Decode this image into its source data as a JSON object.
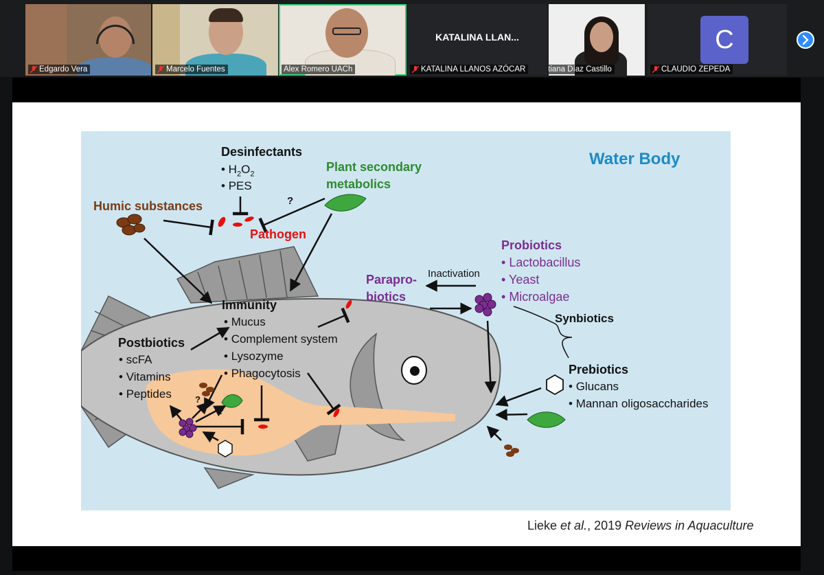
{
  "participants": [
    {
      "name": "Edgardo Vera",
      "muted": true
    },
    {
      "name": "Marcelo Fuentes",
      "muted": true
    },
    {
      "name": "Alex Romero UACh",
      "muted": false,
      "active": true
    },
    {
      "name": "KATALINA LLANOS AZÓCAR",
      "muted": true,
      "display_text": "KATALINA LLAN..."
    },
    {
      "name": "Tatiana Díaz Castillo",
      "muted": false
    },
    {
      "name": "CLAUDIO ZEPEDA",
      "muted": true,
      "avatar_letter": "C"
    }
  ],
  "next_page_icon": "chevron-right-icon",
  "slide": {
    "figure": {
      "water_body": "Water Body",
      "desinfectants": {
        "title": "Desinfectants",
        "items": [
          "H2O2",
          "PES"
        ]
      },
      "plant_secondary": {
        "line1": "Plant secondary",
        "line2": "metabolics"
      },
      "humic": "Humic substances",
      "pathogen": "Pathogen",
      "question": "?",
      "probiotics": {
        "title": "Probiotics",
        "items": [
          "Lactobacillus",
          "Yeast",
          "Microalgae"
        ]
      },
      "paraprobiotics": {
        "line1": "Parapro-",
        "line2": "biotics"
      },
      "inactivation": "Inactivation",
      "synbiotics": "Synbiotics",
      "immunity": {
        "title": "Immunity",
        "items": [
          "Mucus",
          "Complement system",
          "Lysozyme",
          "Phagocytosis"
        ]
      },
      "postbiotics": {
        "title": "Postbiotics",
        "items": [
          "scFA",
          "Vitamins",
          "Peptides"
        ]
      },
      "prebiotics": {
        "title": "Prebiotics",
        "items": [
          "Glucans",
          "Mannan oligosaccharides"
        ]
      },
      "colors": {
        "water": "#cfe6f1",
        "fish": "#c3c3c3",
        "gut": "#f7c899",
        "humic": "#7a3b14",
        "plant": "#2e8a2e",
        "pathogen": "#e8100c",
        "probiotic": "#7a2d8f",
        "title_blue": "#1e8ac4"
      }
    },
    "citation": {
      "author": "Lieke ",
      "etal": "et al.",
      "year": ", 2019 ",
      "journal": "Reviews in Aquaculture"
    }
  }
}
